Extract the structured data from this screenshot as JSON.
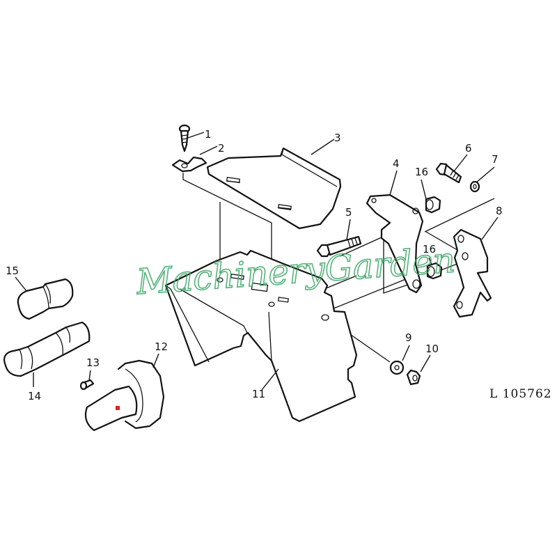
{
  "diagram": {
    "reference": "L 105762",
    "watermark": "MachineryGarden",
    "colors": {
      "line": "#111111",
      "watermark": "#3aa565",
      "marker": "#e02020"
    },
    "callouts": [
      {
        "id": "c1",
        "label": "1"
      },
      {
        "id": "c2",
        "label": "2"
      },
      {
        "id": "c3",
        "label": "3"
      },
      {
        "id": "c4",
        "label": "4"
      },
      {
        "id": "c5",
        "label": "5"
      },
      {
        "id": "c6",
        "label": "6"
      },
      {
        "id": "c7",
        "label": "7"
      },
      {
        "id": "c8",
        "label": "8"
      },
      {
        "id": "c9",
        "label": "9"
      },
      {
        "id": "c10",
        "label": "10"
      },
      {
        "id": "c11",
        "label": "11"
      },
      {
        "id": "c12",
        "label": "12"
      },
      {
        "id": "c13",
        "label": "13"
      },
      {
        "id": "c14",
        "label": "14"
      },
      {
        "id": "c15",
        "label": "15"
      },
      {
        "id": "c16a",
        "label": "16"
      },
      {
        "id": "c16b",
        "label": "16"
      }
    ]
  }
}
